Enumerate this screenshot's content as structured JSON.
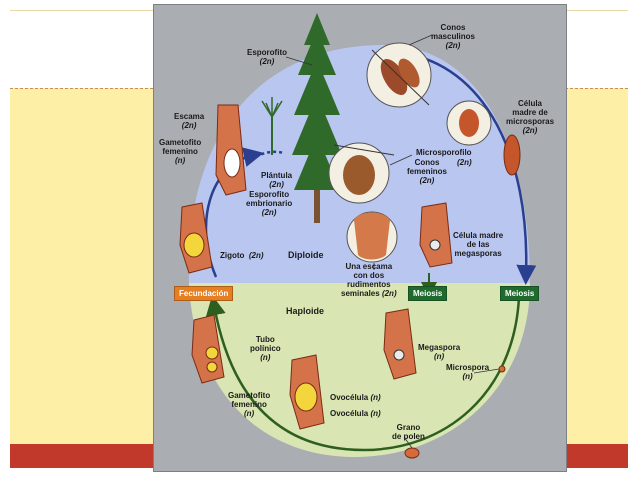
{
  "slide": {
    "colors": {
      "band": "#fdf0a6",
      "bottom_bar": "#c0392b",
      "panel_bg": "#aaaeb3"
    }
  },
  "diagram": {
    "zones": {
      "diploid": "Diploide",
      "haploid": "Haploide"
    },
    "phase_markers": {
      "fertilization": "Fecundación",
      "meiosis_left": "Meiosis",
      "meiosis_right": "Meiosis"
    },
    "labels": {
      "sporophyte": {
        "name": "Esporofito",
        "ploidy": "(2n)"
      },
      "male_cones": {
        "name": "Conos masculinos",
        "ploidy": "(2n)"
      },
      "microspore_mother_cell": {
        "name_1": "Célula",
        "name_2": "madre de",
        "name_3": "microsporas",
        "ploidy": "(2n)"
      },
      "microsporophyll": {
        "name": "Microsporofilo",
        "ploidy": "(2n)"
      },
      "female_cones": {
        "name_1": "Conos",
        "name_2": "femeninos",
        "ploidy": "(2n)"
      },
      "scale": {
        "name": "Escama",
        "ploidy": "(2n)"
      },
      "female_gametophyte_top": {
        "name_1": "Gametofito",
        "name_2": "femenino",
        "ploidy": "(n)"
      },
      "seedling": {
        "name": "Plántula",
        "ploidy": "(2n)"
      },
      "embryonic_sporophyte": {
        "name_1": "Esporofito",
        "name_2": "embrionario",
        "ploidy": "(2n)"
      },
      "zygote": {
        "name": "Zigoto",
        "ploidy": "(2n)"
      },
      "scale_two_ovules": {
        "line_1": "Una escama",
        "line_2": "con dos",
        "line_3": "rudimentos",
        "line_4": "seminales",
        "ploidy": "(2n)"
      },
      "megaspore_mother_cell": {
        "name_1": "Célula madre",
        "name_2": "de las",
        "name_3": "megasporas"
      },
      "pollen_tube": {
        "name_1": "Tubo",
        "name_2": "polínico",
        "ploidy": "(n)"
      },
      "megaspore": {
        "name": "Megaspora",
        "ploidy": "(n)"
      },
      "microspore": {
        "name": "Microspora",
        "ploidy": "(n)"
      },
      "female_gametophyte_bottom": {
        "name_1": "Gametofito",
        "name_2": "femenino",
        "ploidy": "(n)"
      },
      "egg_cell_1": {
        "name": "Ovocélula",
        "ploidy": "(n)"
      },
      "egg_cell_2": {
        "name": "Ovocélula",
        "ploidy": "(n)"
      },
      "pollen_grain": {
        "name_1": "Grano",
        "name_2": "de polen"
      }
    }
  }
}
